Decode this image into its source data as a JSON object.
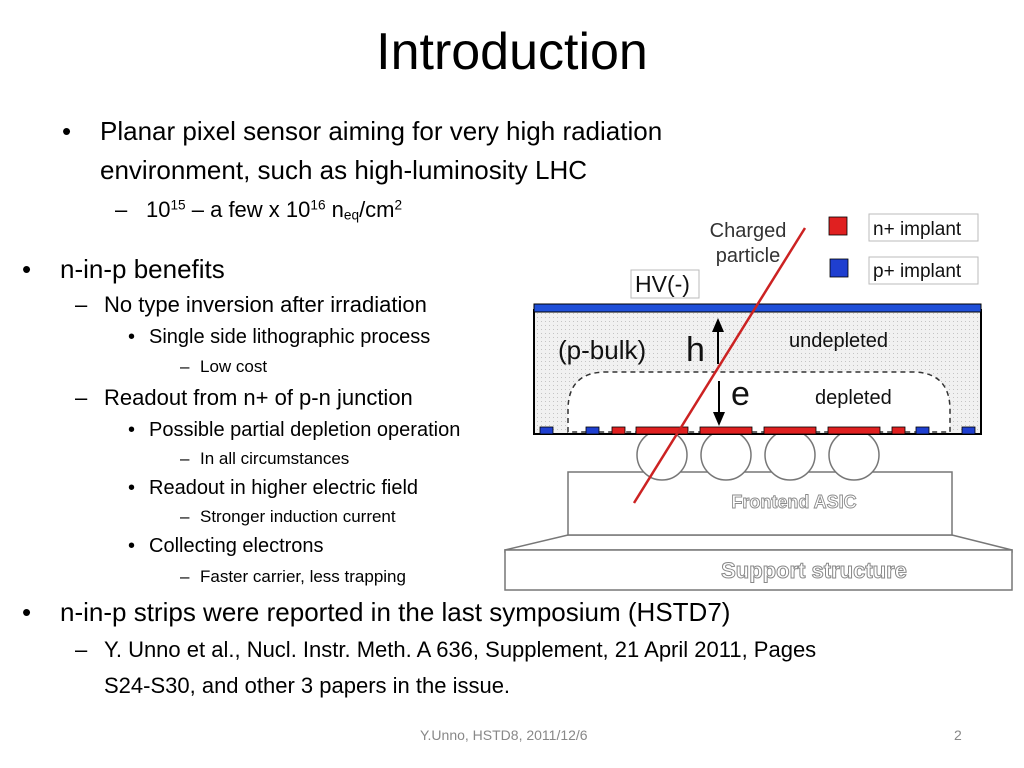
{
  "slide": {
    "title": "Introduction",
    "bullet1": {
      "line1": "Planar pixel sensor aiming for very high radiation",
      "line2": "environment, such as high-luminosity LHC",
      "sub": {
        "base1": "10",
        "exp1": "15",
        "mid": " – a few x 10",
        "exp2": "16",
        "n": " n",
        "subscript": "eq",
        "unit": "/cm",
        "exp3": "2"
      }
    },
    "bullet2": {
      "text": "n-in-p benefits",
      "items": {
        "no_inversion": "No type inversion after irradiation",
        "single_side": "Single side lithographic process",
        "low_cost": "Low cost",
        "readout_n": "Readout from n+ of p-n junction",
        "partial_depletion": "Possible partial depletion operation",
        "all_circumstances": "In all circumstances",
        "higher_field": "Readout in higher electric field",
        "induction": "Stronger induction current",
        "electrons": "Collecting electrons",
        "trapping": "Faster carrier, less trapping"
      }
    },
    "bullet3": {
      "text": "n-in-p strips were reported in the last symposium (HSTD7)",
      "ref_line1": "Y. Unno et al., Nucl. Instr. Meth. A 636, Supplement, 21 April 2011, Pages",
      "ref_line2": "S24-S30, and other 3 papers in the issue."
    },
    "footer": {
      "text": "Y.Unno, HSTD8, 2011/12/6",
      "page": "2"
    }
  },
  "diagram": {
    "charged_particle_1": "Charged",
    "charged_particle_2": "particle",
    "legend_n": "n+ implant",
    "legend_p": "p+ implant",
    "hv": "HV(-)",
    "pbulk": "(p-bulk)",
    "h": "h",
    "e": "e",
    "undepleted": "undepleted",
    "depleted": "depleted",
    "asic": "Frontend ASIC",
    "support": "Support structure",
    "colors": {
      "n_implant": "#e02020",
      "p_implant": "#1f3fd0",
      "track": "#cc2222",
      "bulk_fill": "#ececec"
    }
  }
}
